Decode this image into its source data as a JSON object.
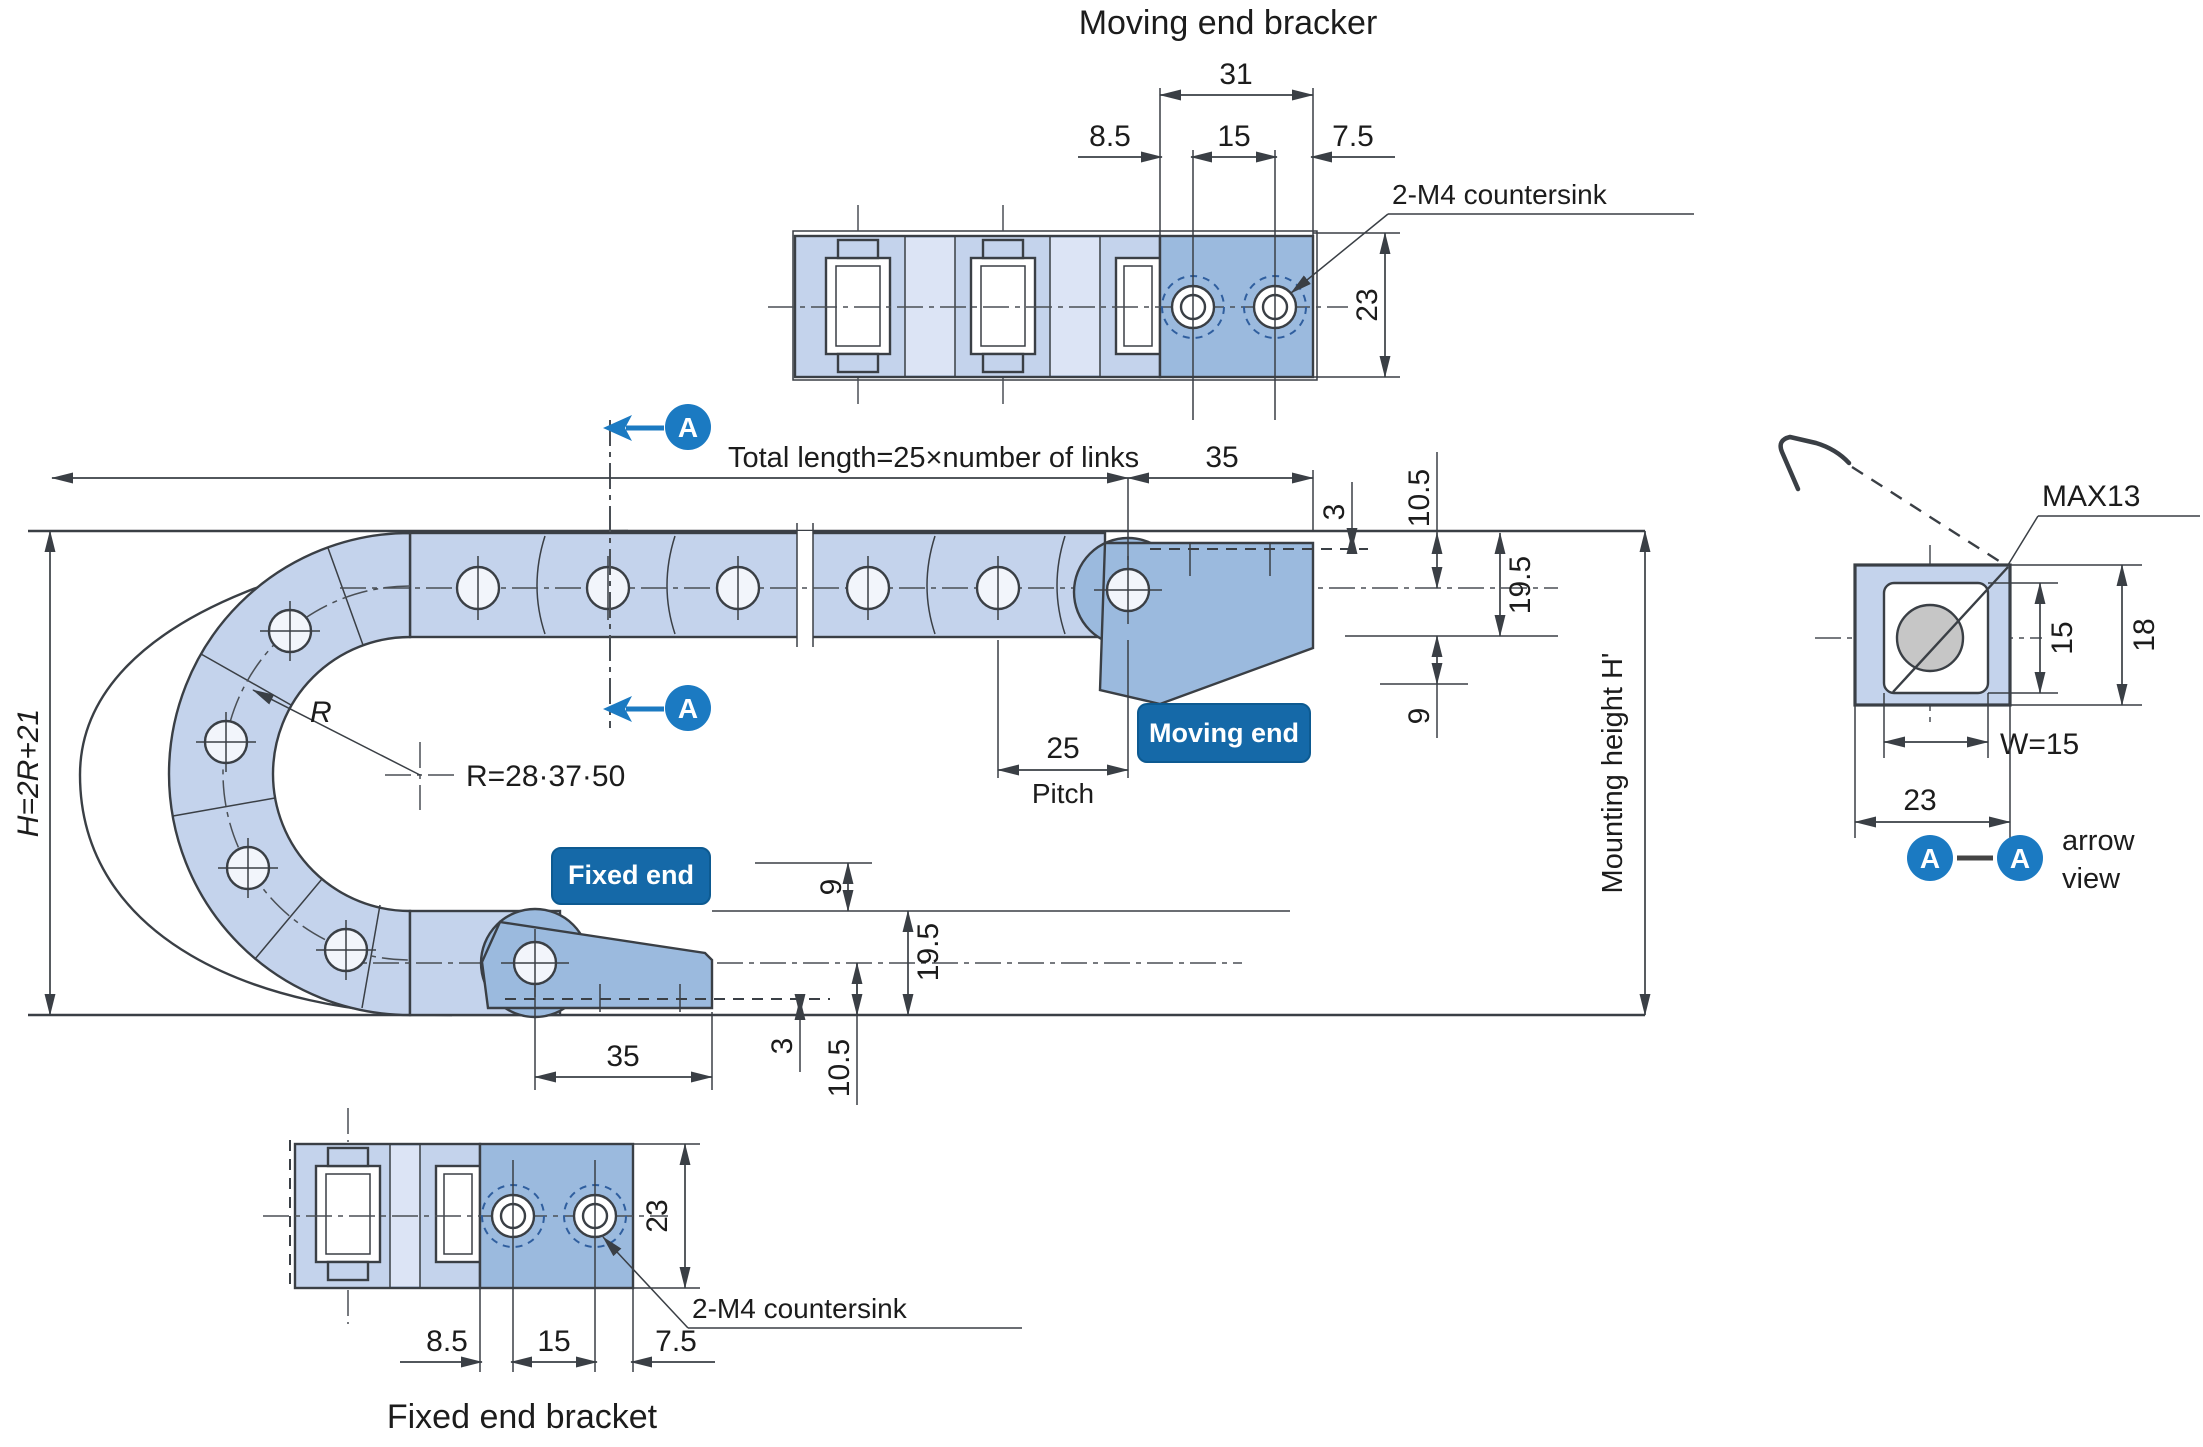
{
  "colors": {
    "bg": "#ffffff",
    "line": "#3a3f45",
    "link": "#c4d3ec",
    "link-alt": "#dce4f5",
    "plate": "#9bbade",
    "button": "#1569a8",
    "accent": "#1b7ac2",
    "cable": "#c6c6c6"
  },
  "top_view": {
    "title": "Moving end bracker",
    "dim_width": "31",
    "dim_left": "8.5",
    "dim_center": "15",
    "dim_right": "7.5",
    "dim_height": "23",
    "countersink": "2-M4 countersink"
  },
  "main_view": {
    "total_length": "Total length=25×number of links",
    "dim_bracket": "35",
    "dim_3": "3",
    "dim_105": "10.5",
    "dim_195": "19.5",
    "dim_9": "9",
    "pitch_value": "25",
    "pitch_label": "Pitch",
    "moving_end_btn": "Moving end",
    "fixed_end_btn": "Fixed end",
    "radius_label": "R",
    "radius_values": "R=28·37·50",
    "height_formula": "H=2R+21",
    "mounting_height": "Mounting height H'",
    "section_letter": "A"
  },
  "section_view": {
    "max_label": "MAX13",
    "dim_inner_h": "15",
    "dim_outer_h": "18",
    "dim_inner_w": "W=15",
    "dim_outer_w": "23",
    "legend_line1": "arrow",
    "legend_line2": "view"
  },
  "bottom_view": {
    "title": "Fixed end bracket",
    "dim_left": "8.5",
    "dim_center": "15",
    "dim_right": "7.5",
    "dim_height": "23",
    "countersink": "2-M4 countersink"
  }
}
